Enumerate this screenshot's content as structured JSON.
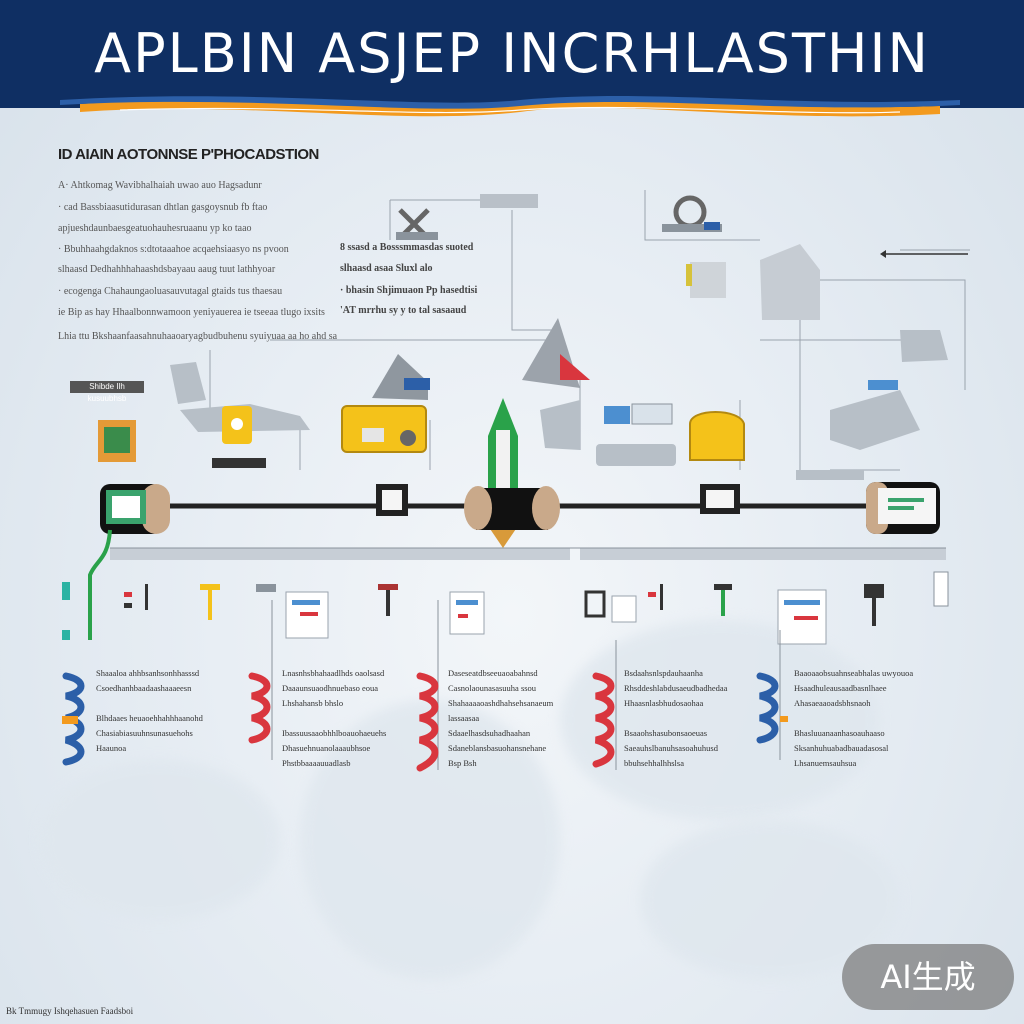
{
  "header": {
    "title": "APLBIN ASJEP INCRHLASTHIN"
  },
  "section": {
    "title": "ID AIAIN AOTONNSE P'PHOCADSTION"
  },
  "intro": {
    "lines": [
      "A·  Ahtkomag  Wavibhalhaiah  uwao  auo  Hagsadunr",
      "· cad   Bassbiaasutidurasan  dhtlan  gasgoysnub fb ftao",
      "apjueshdaunbaesgeatuohauhesruaanu  yp  ko taao",
      "· Bbuhhaahgdaknos s:dtotaaahoe acqaehsiaasyo ns pvoon",
      "slhaasd  Dedhahhhahaashdsbayaau  aaug  tuut lathhyoar",
      "· ecogenga   Chahaungaoluasauvutagal   gtaids   tus  thaesau",
      "ie Bip  as  hay Hhaalbonnwamoon   yeniyauerea   ie  tseeaa  tlugo  ixsits",
      "Lhia ttu  Bkshaanfaasahnuhaaoaryagbudbuhenu  syuiyuaa  aa  ho ahd sa"
    ]
  },
  "callouts": {
    "a": "8 ssasd  a  Bosssmmasdas  suoted",
    "b": "slhaasd  asaa  Sluxl  alo",
    "c": "·  bhasin  Shjimuaon  Pp  hasedtisi",
    "d": "'AT  mrrhu  sy  y to  tal  sasaaud"
  },
  "mid_tag": "Shibde  Ilh  kusuubhsb",
  "columns": [
    {
      "text": "Shaaaloa  ahhbsanhsonhhasssd\nCsoedhanhbaadaashaaaeesn\n\nBlhdaaes  heuaoehhahhhaanohd\nChasiabiasuuhnsunasuehohs\nHaaunoa"
    },
    {
      "text": "Lnasnhsbhahaadlhds  oaolsasd\nDaaaunsuaodhnuebaso  eoua\nLhshahansb  bhslo\n\nIbassuusaaobhhlboauohaeuehs\nDhasuehnuanolaaaubhsoe\nPhstbbaaaauuadlasb"
    },
    {
      "text": "Daseseatdbseeuaoabahnsd\nCasnolaounasasuuha  ssou\nShahaaaaoashdhahsehsanaeum\nlassaasaa\nSdaaelhasdsuhadhaahan\nSdaneblansbasuohansnehane\nBsp  Bsh"
    },
    {
      "text": "Bsdaahsnlspdauhaanha\nRhsddeshlabdusaeudbadhedaa\nHhaasnlasbhudosaohaa\n\nBsaaohshasubonsaoeuas\nSaeauhslbanuhsasoahuhusd\nbbuhsehhalhhslsa"
    },
    {
      "text": "Baaoaaobsuahnseabhalas  uwyouoa\nHsaadhuleausaadbasnlhaee\nAhasaeaaoadsbhsnaoh\n\nBhasluuanaanhasoauhaaso\nSksanhuhuabadbauadasosal\nLhsanuemsauhsua"
    }
  ],
  "badge": "AI生成",
  "footer": "Bk  Tmmugy  Ishqehasuen  Faadsboi",
  "colors": {
    "header_bg": "#0f2f63",
    "ribbon_orange": "#f39a1e",
    "ribbon_blue": "#2c5fa8",
    "accent_red": "#d9363e",
    "accent_green": "#2aa24a",
    "accent_yellow": "#f4c21a",
    "accent_teal": "#2bb3a3"
  },
  "icons": [
    "monitor-icon",
    "building-icon",
    "rocket-icon",
    "tools-icon",
    "factory-icon",
    "globe-map-icon",
    "document-icon",
    "gear-icon"
  ]
}
